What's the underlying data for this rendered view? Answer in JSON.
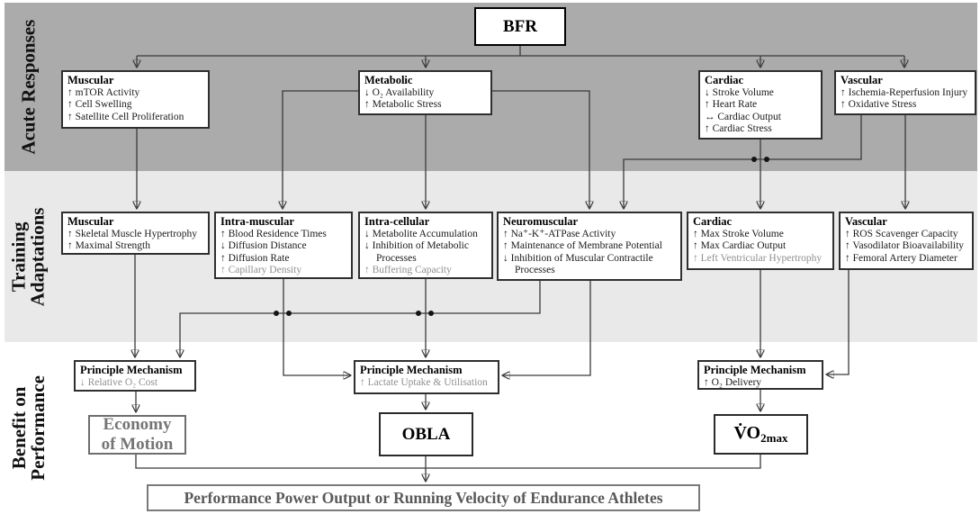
{
  "bfr": {
    "label": "BFR"
  },
  "bands": [
    {
      "label": "Acute Responses",
      "lines": [
        "Acute Responses"
      ]
    },
    {
      "label": "Training Adaptations",
      "lines": [
        "Training",
        "Adaptations"
      ]
    },
    {
      "label": "Benefit on Performance",
      "lines": [
        "Benefit on",
        "Performance"
      ]
    }
  ],
  "acute": [
    {
      "title": "Muscular",
      "items": [
        "↑ mTOR Activity",
        "↑ Cell Swelling",
        "↑ Satellite Cell Proliferation"
      ]
    },
    {
      "title": "Metabolic",
      "items": [
        "↓ O₂ Availability",
        "↑ Metabolic Stress"
      ]
    },
    {
      "title": "Cardiac",
      "items": [
        "↓ Stroke Volume",
        "↑ Heart Rate",
        "↔ Cardiac Output",
        "↑ Cardiac Stress"
      ]
    },
    {
      "title": "Vascular",
      "items": [
        "↑ Ischemia-Reperfusion Injury",
        "↑ Oxidative Stress"
      ]
    }
  ],
  "training": [
    {
      "title": "Muscular",
      "items": [
        "↑ Skeletal Muscle Hypertrophy",
        "↑ Maximal Strength"
      ]
    },
    {
      "title": "Intra-muscular",
      "items": [
        "↑ Blood Residence Times",
        "↓ Diffusion Distance",
        "↑ Diffusion Rate",
        "↑ Capillary Density"
      ]
    },
    {
      "title": "Intra-cellular",
      "items": [
        "↓ Metabolite Accumulation",
        "↓ Inhibition of Metabolic Processes",
        "↑ Buffering Capacity"
      ]
    },
    {
      "title": "Neuromuscular",
      "items": [
        "↑ Na⁺-K⁺-ATPase Activity",
        "↑ Maintenance of Membrane Potential",
        "↓ Inhibition of Muscular Contractile Processes"
      ]
    },
    {
      "title": "Cardiac",
      "items": [
        "↑ Max Stroke Volume",
        "↑ Max Cardiac Output",
        "↑ Left Ventricular Hypertrophy"
      ]
    },
    {
      "title": "Vascular",
      "items": [
        "↑ ROS Scavenger Capacity",
        "↑ Vasodilator Bioavailability",
        "↑ Femoral Artery Diameter"
      ]
    }
  ],
  "mechanisms": [
    {
      "title": "Principle Mechanism",
      "sub": "↓ Relative O₂ Cost"
    },
    {
      "title": "Principle Mechanism",
      "sub": "↑ Lactate Uptake & Utilisation"
    },
    {
      "title": "Principle Mechanism",
      "sub": "↑ O₂ Delivery"
    }
  ],
  "outcomes": {
    "economy": {
      "lines": [
        "Economy",
        "of Motion"
      ]
    },
    "obla": {
      "label": "OBLA"
    },
    "vo2": {
      "prefix": "V̇O",
      "sub": "2max"
    }
  },
  "bottom_bar": {
    "label": "Performance Power Output or Running Velocity of Endurance Athletes"
  },
  "colors": {
    "band_acute": "#ababab",
    "band_training": "#e9e9e9",
    "band_benefit": "#ffffff",
    "line": "#3a3a3a",
    "gray_text": "#8f8f8f",
    "muted_box": "#757575",
    "bar_text": "#595959"
  }
}
